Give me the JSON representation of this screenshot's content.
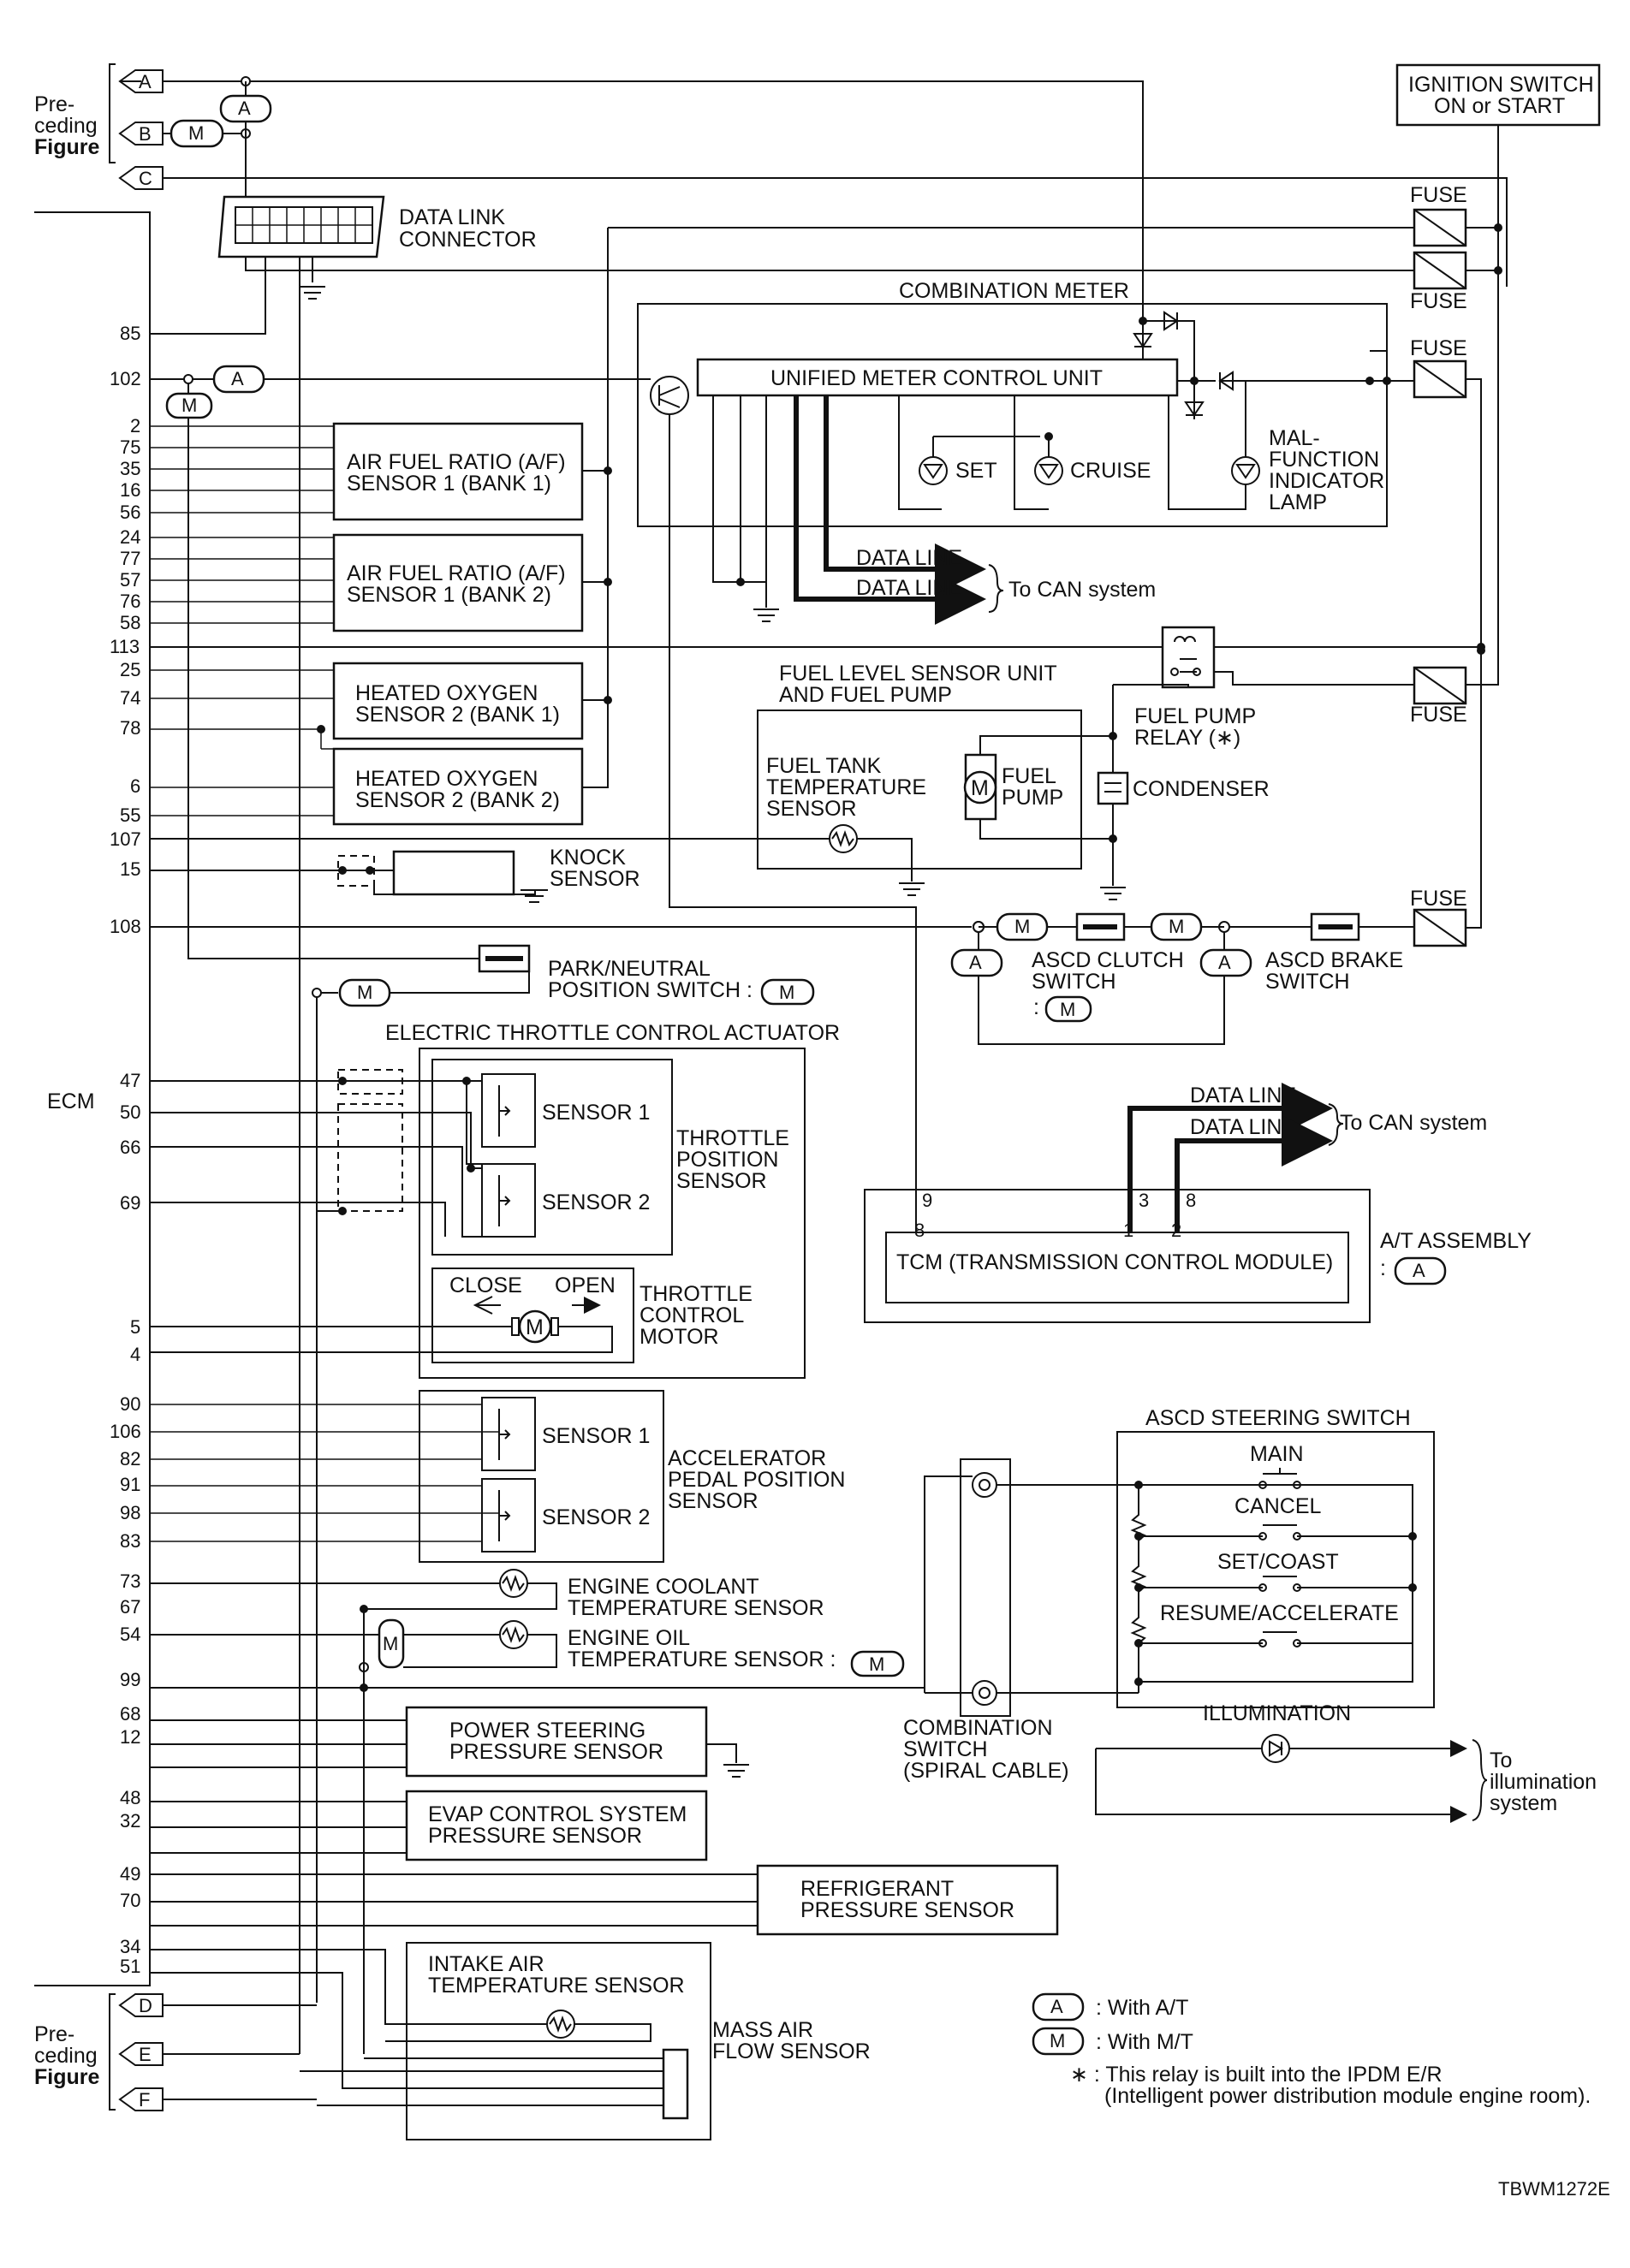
{
  "preceding_figure_top": {
    "line1": "Pre-",
    "line2": "ceding",
    "line3": "Figure"
  },
  "preceding_figure_bottom": {
    "line1": "Pre-",
    "line2": "ceding",
    "line3": "Figure"
  },
  "connectors": {
    "A": "A",
    "B": "B",
    "C": "C",
    "D": "D",
    "E": "E",
    "F": "F"
  },
  "ignition_switch": {
    "line1": "IGNITION SWITCH",
    "line2": "ON or START"
  },
  "fuse_label": "FUSE",
  "data_link_connector": {
    "line1": "DATA LINK",
    "line2": "CONNECTOR"
  },
  "combination_meter": {
    "title": "COMBINATION METER",
    "control_unit": "UNIFIED METER CONTROL UNIT",
    "set": "SET",
    "cruise": "CRUISE",
    "mil": {
      "line1": "MAL-",
      "line2": "FUNCTION",
      "line3": "INDICATOR",
      "line4": "LAMP"
    }
  },
  "can": {
    "data_line": "DATA LINE",
    "to_can": "To CAN system"
  },
  "ecm_label": "ECM",
  "ecm_pins": [
    "85",
    "102",
    "2",
    "75",
    "35",
    "16",
    "56",
    "24",
    "77",
    "57",
    "76",
    "58",
    "113",
    "25",
    "74",
    "78",
    "6",
    "55",
    "107",
    "15",
    "108",
    "47",
    "50",
    "66",
    "69",
    "5",
    "4",
    "90",
    "106",
    "82",
    "91",
    "98",
    "83",
    "73",
    "67",
    "54",
    "99",
    "68",
    "12",
    "48",
    "32",
    "49",
    "70",
    "34",
    "51"
  ],
  "components": {
    "af_bank1": {
      "line1": "AIR FUEL RATIO (A/F)",
      "line2": "SENSOR 1 (BANK 1)"
    },
    "af_bank2": {
      "line1": "AIR FUEL RATIO (A/F)",
      "line2": "SENSOR 1 (BANK 2)"
    },
    "ho2_bank1": {
      "line1": "HEATED OXYGEN",
      "line2": "SENSOR 2 (BANK 1)"
    },
    "ho2_bank2": {
      "line1": "HEATED OXYGEN",
      "line2": "SENSOR 2 (BANK 2)"
    },
    "fuel_level": {
      "line1": "FUEL LEVEL SENSOR UNIT",
      "line2": "AND FUEL PUMP"
    },
    "fuel_tank_temp": {
      "line1": "FUEL TANK",
      "line2": "TEMPERATURE",
      "line3": "SENSOR"
    },
    "fuel_pump": {
      "line1": "FUEL",
      "line2": "PUMP"
    },
    "fuel_pump_relay": {
      "line1": "FUEL PUMP",
      "line2": "RELAY (∗)"
    },
    "condenser": "CONDENSER",
    "knock": {
      "line1": "KNOCK",
      "line2": "SENSOR"
    },
    "ascd_clutch": {
      "line1": "ASCD CLUTCH",
      "line2": "SWITCH",
      "line3": ":"
    },
    "ascd_brake": {
      "line1": "ASCD BRAKE",
      "line2": "SWITCH"
    },
    "park_neutral": {
      "line1": "PARK/NEUTRAL",
      "line2": "POSITION SWITCH :"
    },
    "etc_actuator": "ELECTRIC THROTTLE CONTROL ACTUATOR",
    "sensor1": "SENSOR 1",
    "sensor2": "SENSOR 2",
    "tps": {
      "line1": "THROTTLE",
      "line2": "POSITION",
      "line3": "SENSOR"
    },
    "close": "CLOSE",
    "open": "OPEN",
    "tcm_motor": {
      "line1": "THROTTLE",
      "line2": "CONTROL",
      "line3": "MOTOR"
    },
    "apps": {
      "line1": "ACCELERATOR",
      "line2": "PEDAL POSITION",
      "line3": "SENSOR"
    },
    "ect": {
      "line1": "ENGINE COOLANT",
      "line2": "TEMPERATURE SENSOR"
    },
    "eot": {
      "line1": "ENGINE OIL",
      "line2": "TEMPERATURE SENSOR :"
    },
    "ps_pressure": {
      "line1": "POWER STEERING",
      "line2": "PRESSURE SENSOR"
    },
    "evap": {
      "line1": "EVAP CONTROL SYSTEM",
      "line2": "PRESSURE SENSOR"
    },
    "refrigerant": {
      "line1": "REFRIGERANT",
      "line2": "PRESSURE SENSOR"
    },
    "iat": {
      "line1": "INTAKE AIR",
      "line2": "TEMPERATURE SENSOR"
    },
    "maf": {
      "line1": "MASS AIR",
      "line2": "FLOW SENSOR"
    },
    "tcm": "TCM (TRANSMISSION CONTROL MODULE)",
    "at_assembly": {
      "line1": "A/T ASSEMBLY",
      "line2": ":"
    },
    "tcm_pins": {
      "p9": "9",
      "p3": "3",
      "p8a": "8",
      "p8": "8",
      "p1": "1",
      "p2": "2"
    },
    "ascd_steering": {
      "title": "ASCD STEERING SWITCH",
      "main": "MAIN",
      "cancel": "CANCEL",
      "set_coast": "SET/COAST",
      "resume": "RESUME/ACCELERATE",
      "illumination": "ILLUMINATION"
    },
    "combination_switch": {
      "line1": "COMBINATION",
      "line2": "SWITCH",
      "line3": "(SPIRAL CABLE)"
    },
    "to_illumination": {
      "line1": "To",
      "line2": "illumination",
      "line3": "system"
    }
  },
  "legend": {
    "with_at": ": With A/T",
    "with_mt": ": With M/T",
    "note_line1": "∗ : This relay is built into the IPDM E/R",
    "note_line2": "(Intelligent power distribution module engine room)."
  },
  "figure_code": "TBWM1272E"
}
